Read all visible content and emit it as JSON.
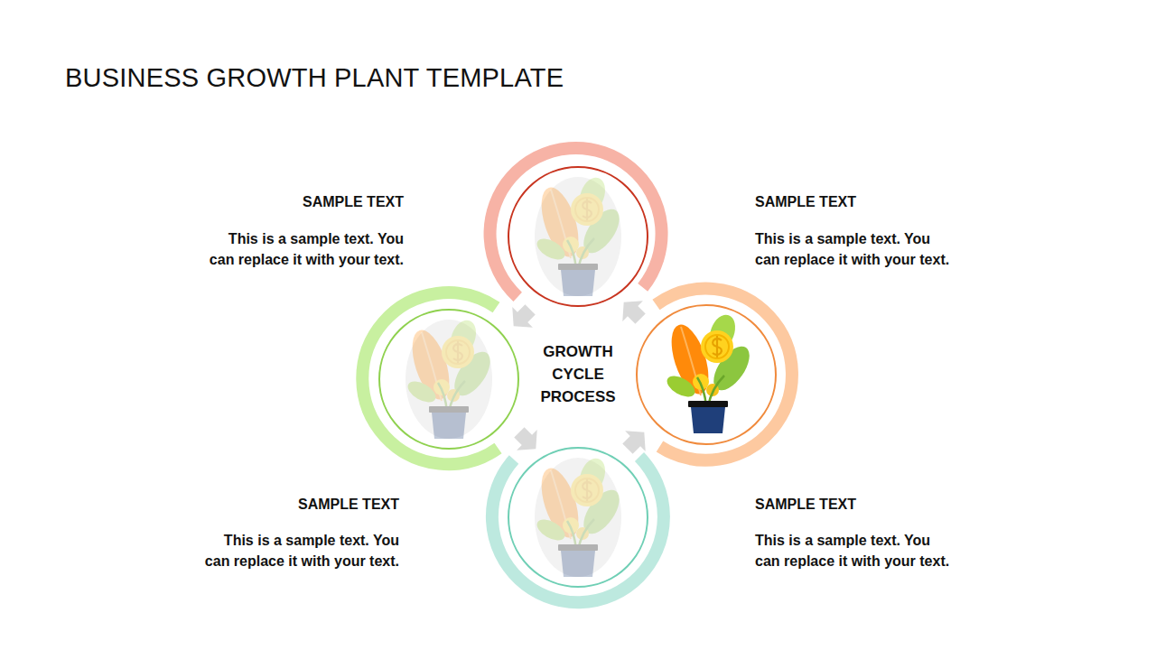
{
  "diagram": {
    "title": "BUSINESS GROWTH PLANT TEMPLATE",
    "labels": [
      "SAMPLE TEXT",
      "This is a sample text. You can replace it with your text.",
      "SAMPLE TEXT",
      "This is a sample text. You can replace it with your text.",
      "GROWTH CYCLE PROCESS",
      "SAMPLE TEXT",
      "This is a sample text. You can replace it with your text.",
      "SAMPLE TEXT",
      "This is a sample text. You can replace it with your text."
    ]
  }
}
